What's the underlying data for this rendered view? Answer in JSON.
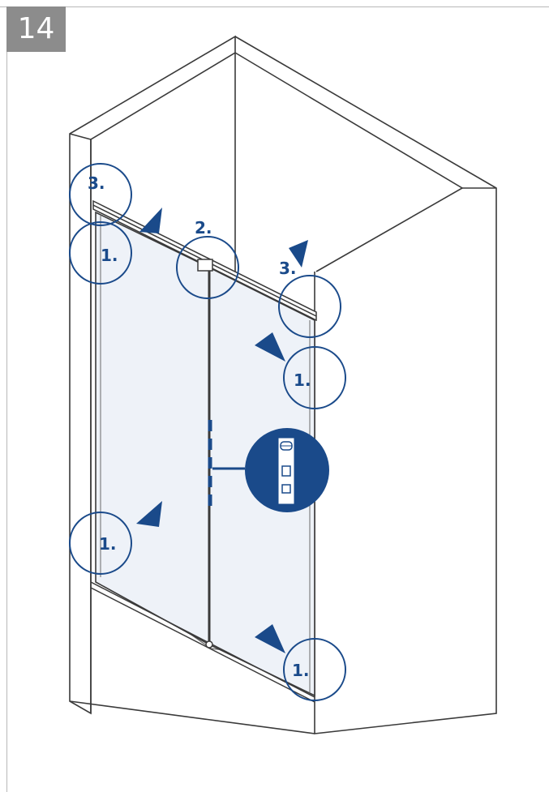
{
  "step_number": "14",
  "colors": {
    "accent": "#1a4a8a",
    "line": "#3a3a3a",
    "glass": "#eef2f8",
    "badge": "#8c8c8c"
  },
  "callouts": {
    "top_left_3": "3.",
    "top_left_1": "1.",
    "top_center_2": "2.",
    "top_right_3": "3.",
    "right_mid_1": "1.",
    "bottom_left_1": "1.",
    "bottom_right_1": "1."
  },
  "icons": {
    "level": "spirit-level-icon",
    "pointer": "pointer-triangle-icon"
  }
}
